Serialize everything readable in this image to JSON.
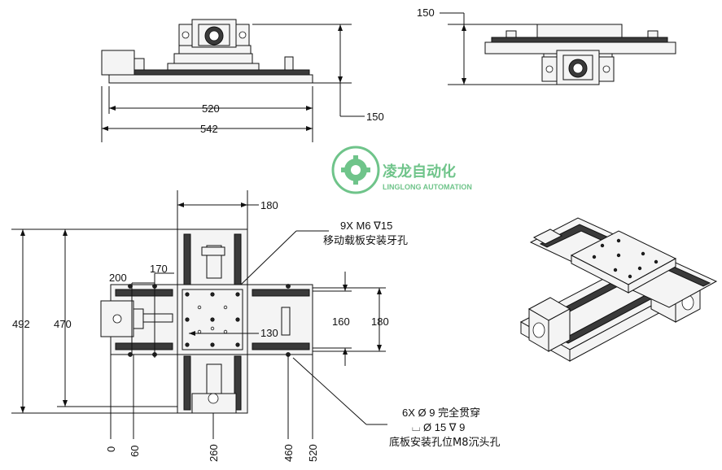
{
  "dimensions": {
    "top_view_width_inner": "520",
    "top_view_width_outer": "542",
    "top_view_height": "150",
    "side_view_height": "150",
    "plan_carrier_width": "180",
    "plan_height_outer": "492",
    "plan_height_inner": "470",
    "plan_offset_200": "200",
    "plan_offset_170": "170",
    "plan_offset_130": "130",
    "plan_right_160": "160",
    "plan_right_180": "180",
    "bottom_0": "0",
    "bottom_60": "60",
    "bottom_260": "260",
    "bottom_460": "460",
    "bottom_520": "520"
  },
  "annotations": {
    "carrier_holes_line1": "9X   M6 ∇15",
    "carrier_holes_line2": "移动载板安装牙孔",
    "base_holes_line1": "6X  Ø 9  完全贯穿",
    "base_holes_line2": "⌴ Ø 15 ∇ 9",
    "base_holes_line3": "底板安装孔位M8沉头孔"
  },
  "logo": {
    "name_cn": "凌龙自动化",
    "name_en": "LINGLONG AUTOMATION",
    "color": "#6fc48a"
  }
}
